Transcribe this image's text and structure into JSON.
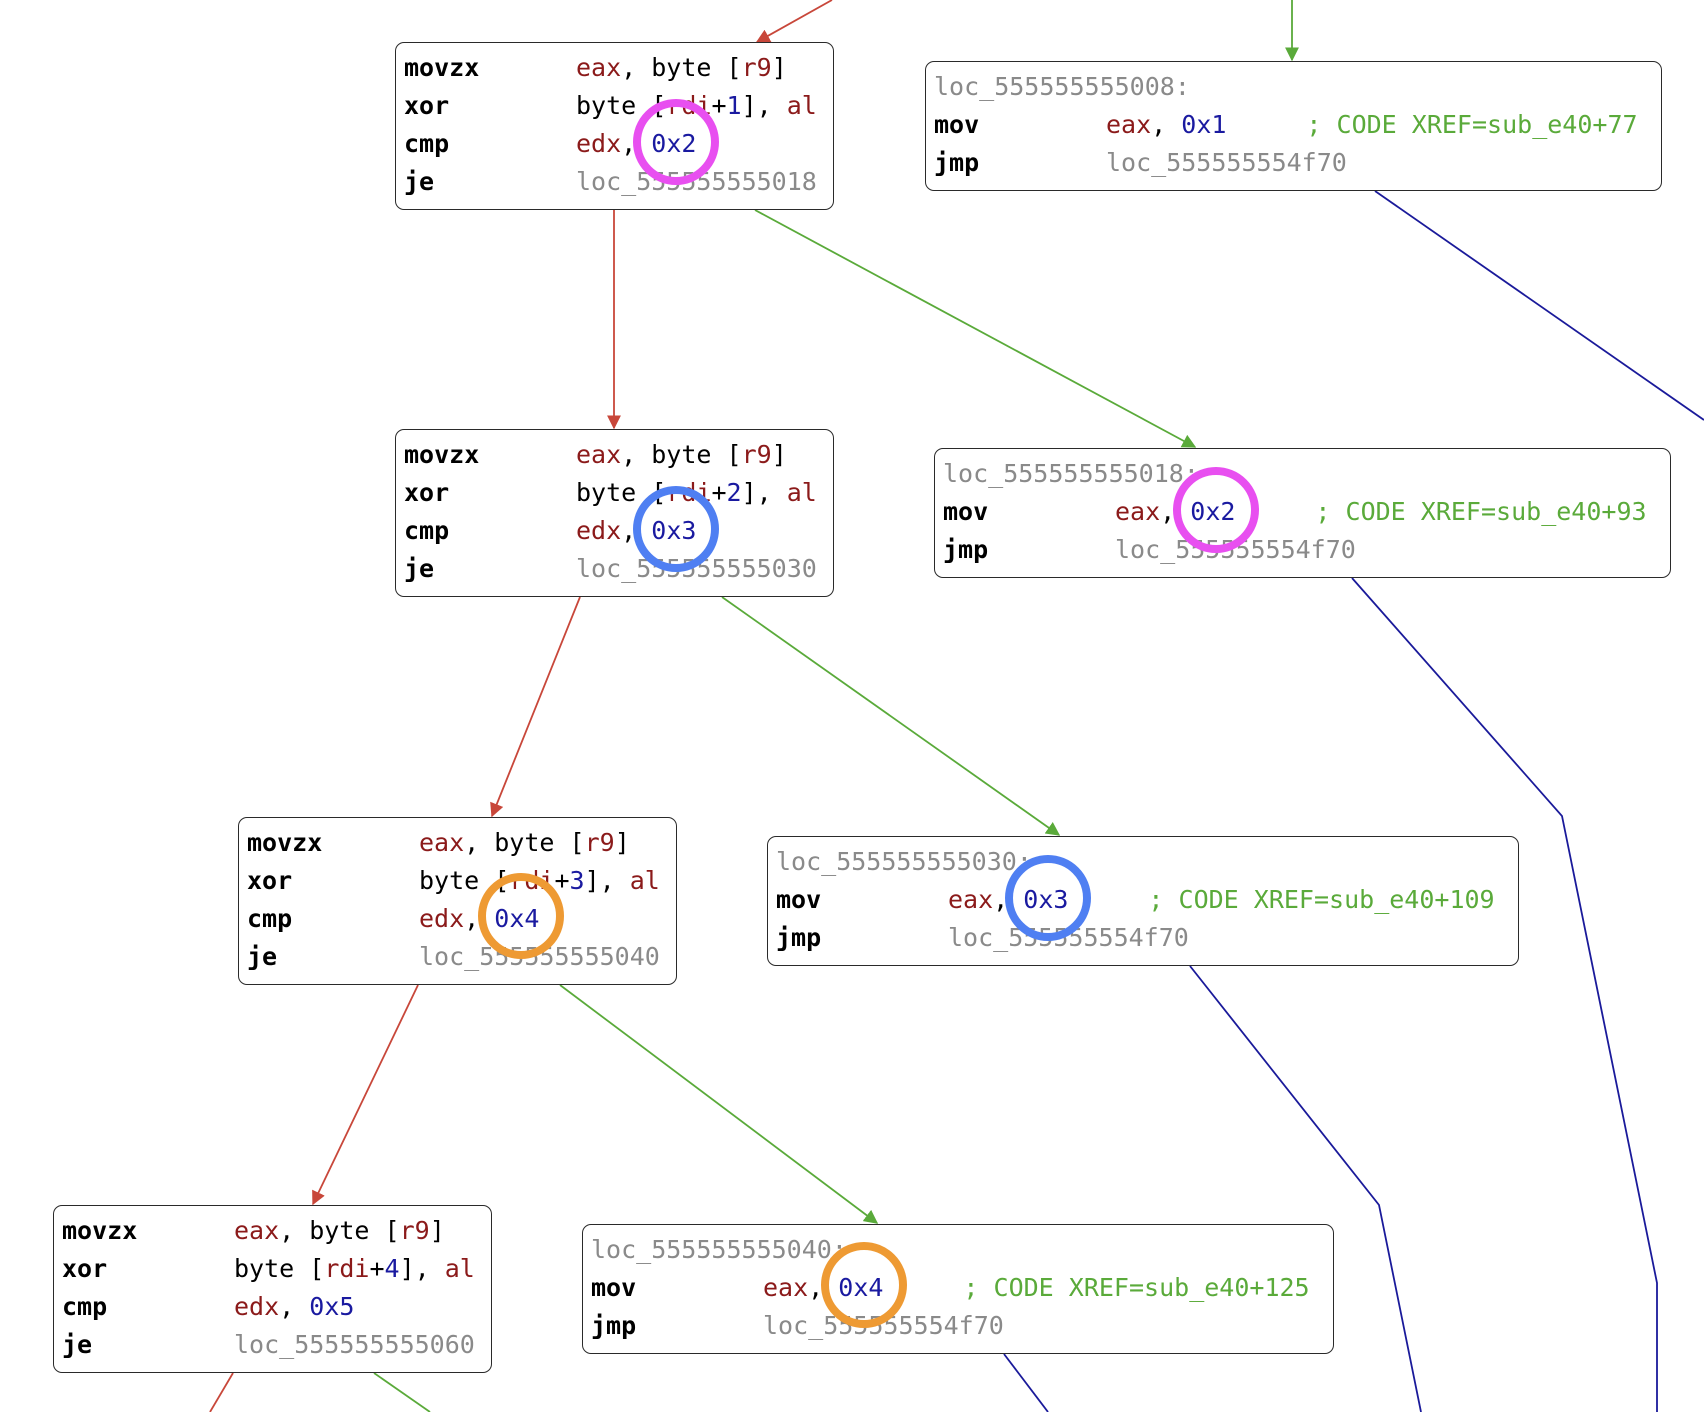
{
  "colors": {
    "false_edge": "#c8473a",
    "true_edge": "#5aaa3a",
    "jump_edge": "#1a1a9a",
    "marker_magenta": "#e84ff0",
    "marker_blue": "#4f7ff2",
    "marker_orange": "#ee9a33"
  },
  "blocks": [
    {
      "rows": [
        {
          "mn": "movzx",
          "ops": [
            {
              "t": "reg",
              "v": "eax"
            },
            {
              "t": "plain",
              "v": ", byte ["
            },
            {
              "t": "reg",
              "v": "r9"
            },
            {
              "t": "plain",
              "v": "]"
            }
          ]
        },
        {
          "mn": "xor",
          "ops": [
            {
              "t": "plain",
              "v": "byte ["
            },
            {
              "t": "reg",
              "v": "rdi"
            },
            {
              "t": "plain",
              "v": "+"
            },
            {
              "t": "num",
              "v": "1"
            },
            {
              "t": "plain",
              "v": "], "
            },
            {
              "t": "reg",
              "v": "al"
            }
          ]
        },
        {
          "mn": "cmp",
          "ops": [
            {
              "t": "reg",
              "v": "edx"
            },
            {
              "t": "plain",
              "v": ", "
            },
            {
              "t": "num",
              "v": "0x2"
            }
          ]
        },
        {
          "mn": "je",
          "ops": [
            {
              "t": "loc",
              "v": "loc_555555555018"
            }
          ]
        }
      ]
    },
    {
      "label": "loc_555555555008:",
      "rows": [
        {
          "mn": "mov",
          "ops": [
            {
              "t": "reg",
              "v": "eax"
            },
            {
              "t": "plain",
              "v": ", "
            },
            {
              "t": "num",
              "v": "0x1"
            },
            {
              "t": "gap"
            },
            {
              "t": "cmt",
              "v": "; CODE XREF=sub_e40+77"
            }
          ]
        },
        {
          "mn": "jmp",
          "ops": [
            {
              "t": "loc",
              "v": "loc_555555554f70"
            }
          ]
        }
      ]
    },
    {
      "rows": [
        {
          "mn": "movzx",
          "ops": [
            {
              "t": "reg",
              "v": "eax"
            },
            {
              "t": "plain",
              "v": ", byte ["
            },
            {
              "t": "reg",
              "v": "r9"
            },
            {
              "t": "plain",
              "v": "]"
            }
          ]
        },
        {
          "mn": "xor",
          "ops": [
            {
              "t": "plain",
              "v": "byte ["
            },
            {
              "t": "reg",
              "v": "rdi"
            },
            {
              "t": "plain",
              "v": "+"
            },
            {
              "t": "num",
              "v": "2"
            },
            {
              "t": "plain",
              "v": "], "
            },
            {
              "t": "reg",
              "v": "al"
            }
          ]
        },
        {
          "mn": "cmp",
          "ops": [
            {
              "t": "reg",
              "v": "edx"
            },
            {
              "t": "plain",
              "v": ", "
            },
            {
              "t": "num",
              "v": "0x3"
            }
          ]
        },
        {
          "mn": "je",
          "ops": [
            {
              "t": "loc",
              "v": "loc_555555555030"
            }
          ]
        }
      ]
    },
    {
      "label": "loc_555555555018:",
      "rows": [
        {
          "mn": "mov",
          "ops": [
            {
              "t": "reg",
              "v": "eax"
            },
            {
              "t": "plain",
              "v": ", "
            },
            {
              "t": "num",
              "v": "0x2"
            },
            {
              "t": "gap"
            },
            {
              "t": "cmt",
              "v": "; CODE XREF=sub_e40+93"
            }
          ]
        },
        {
          "mn": "jmp",
          "ops": [
            {
              "t": "loc",
              "v": "loc_555555554f70"
            }
          ]
        }
      ]
    },
    {
      "rows": [
        {
          "mn": "movzx",
          "ops": [
            {
              "t": "reg",
              "v": "eax"
            },
            {
              "t": "plain",
              "v": ", byte ["
            },
            {
              "t": "reg",
              "v": "r9"
            },
            {
              "t": "plain",
              "v": "]"
            }
          ]
        },
        {
          "mn": "xor",
          "ops": [
            {
              "t": "plain",
              "v": "byte ["
            },
            {
              "t": "reg",
              "v": "rdi"
            },
            {
              "t": "plain",
              "v": "+"
            },
            {
              "t": "num",
              "v": "3"
            },
            {
              "t": "plain",
              "v": "], "
            },
            {
              "t": "reg",
              "v": "al"
            }
          ]
        },
        {
          "mn": "cmp",
          "ops": [
            {
              "t": "reg",
              "v": "edx"
            },
            {
              "t": "plain",
              "v": ", "
            },
            {
              "t": "num",
              "v": "0x4"
            }
          ]
        },
        {
          "mn": "je",
          "ops": [
            {
              "t": "loc",
              "v": "loc_555555555040"
            }
          ]
        }
      ]
    },
    {
      "label": "loc_555555555030:",
      "rows": [
        {
          "mn": "mov",
          "ops": [
            {
              "t": "reg",
              "v": "eax"
            },
            {
              "t": "plain",
              "v": ", "
            },
            {
              "t": "num",
              "v": "0x3"
            },
            {
              "t": "gap"
            },
            {
              "t": "cmt",
              "v": "; CODE XREF=sub_e40+109"
            }
          ]
        },
        {
          "mn": "jmp",
          "ops": [
            {
              "t": "loc",
              "v": "loc_555555554f70"
            }
          ]
        }
      ]
    },
    {
      "rows": [
        {
          "mn": "movzx",
          "ops": [
            {
              "t": "reg",
              "v": "eax"
            },
            {
              "t": "plain",
              "v": ", byte ["
            },
            {
              "t": "reg",
              "v": "r9"
            },
            {
              "t": "plain",
              "v": "]"
            }
          ]
        },
        {
          "mn": "xor",
          "ops": [
            {
              "t": "plain",
              "v": "byte ["
            },
            {
              "t": "reg",
              "v": "rdi"
            },
            {
              "t": "plain",
              "v": "+"
            },
            {
              "t": "num",
              "v": "4"
            },
            {
              "t": "plain",
              "v": "], "
            },
            {
              "t": "reg",
              "v": "al"
            }
          ]
        },
        {
          "mn": "cmp",
          "ops": [
            {
              "t": "reg",
              "v": "edx"
            },
            {
              "t": "plain",
              "v": ", "
            },
            {
              "t": "num",
              "v": "0x5"
            }
          ]
        },
        {
          "mn": "je",
          "ops": [
            {
              "t": "loc",
              "v": "loc_555555555060"
            }
          ]
        }
      ]
    },
    {
      "label": "loc_555555555040:",
      "rows": [
        {
          "mn": "mov",
          "ops": [
            {
              "t": "reg",
              "v": "eax"
            },
            {
              "t": "plain",
              "v": ", "
            },
            {
              "t": "num",
              "v": "0x4"
            },
            {
              "t": "gap"
            },
            {
              "t": "cmt",
              "v": "; CODE XREF=sub_e40+125"
            }
          ]
        },
        {
          "mn": "jmp",
          "ops": [
            {
              "t": "loc",
              "v": "loc_555555554f70"
            }
          ]
        }
      ]
    }
  ]
}
